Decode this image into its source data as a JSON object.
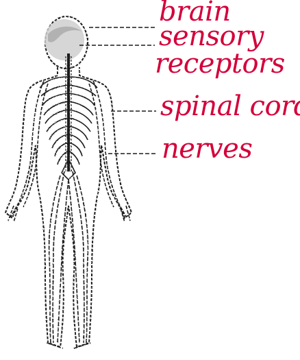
{
  "labels": {
    "brain": "brain",
    "sensory": "sensory",
    "receptors": "receptors",
    "spinal_cord": "spinal cord",
    "nerves": "nerves"
  },
  "colors": {
    "label_ink": "#d4003a",
    "line_art": "#1a1a1a"
  }
}
